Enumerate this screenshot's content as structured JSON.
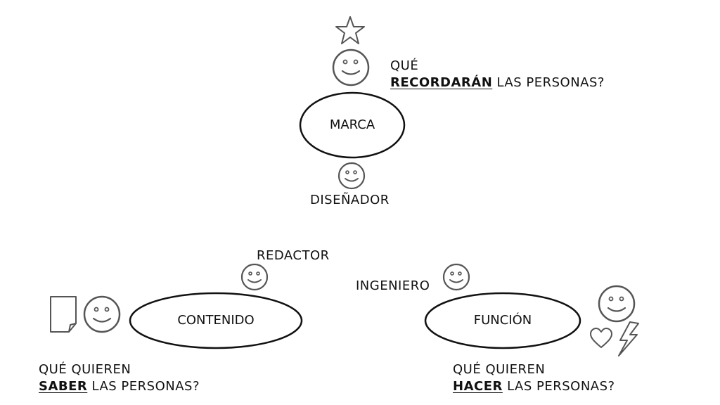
{
  "marca": {
    "title": "MARCA",
    "role": "DISEÑADOR",
    "question_line1": "QUÉ",
    "question_key": "RECORDARÁN",
    "question_rest": " LAS PERSONAS?"
  },
  "contenido": {
    "title": "CONTENIDO",
    "role": "REDACTOR",
    "question_line1": "QUÉ QUIEREN",
    "question_key": "SABER",
    "question_rest": " LAS PERSONAS?"
  },
  "funcion": {
    "title": "FUNCIÓN",
    "role": "INGENIERO",
    "question_line1": "QUÉ QUIEREN",
    "question_key": "HACER",
    "question_rest": " LAS PERSONAS?"
  },
  "icons": {
    "star": "star-icon",
    "smiley": "smiley-face-icon",
    "document": "document-icon",
    "heart": "heart-icon",
    "lightning": "lightning-bolt-icon"
  },
  "colors": {
    "stroke": "#111111",
    "icon_stroke": "#555555"
  }
}
